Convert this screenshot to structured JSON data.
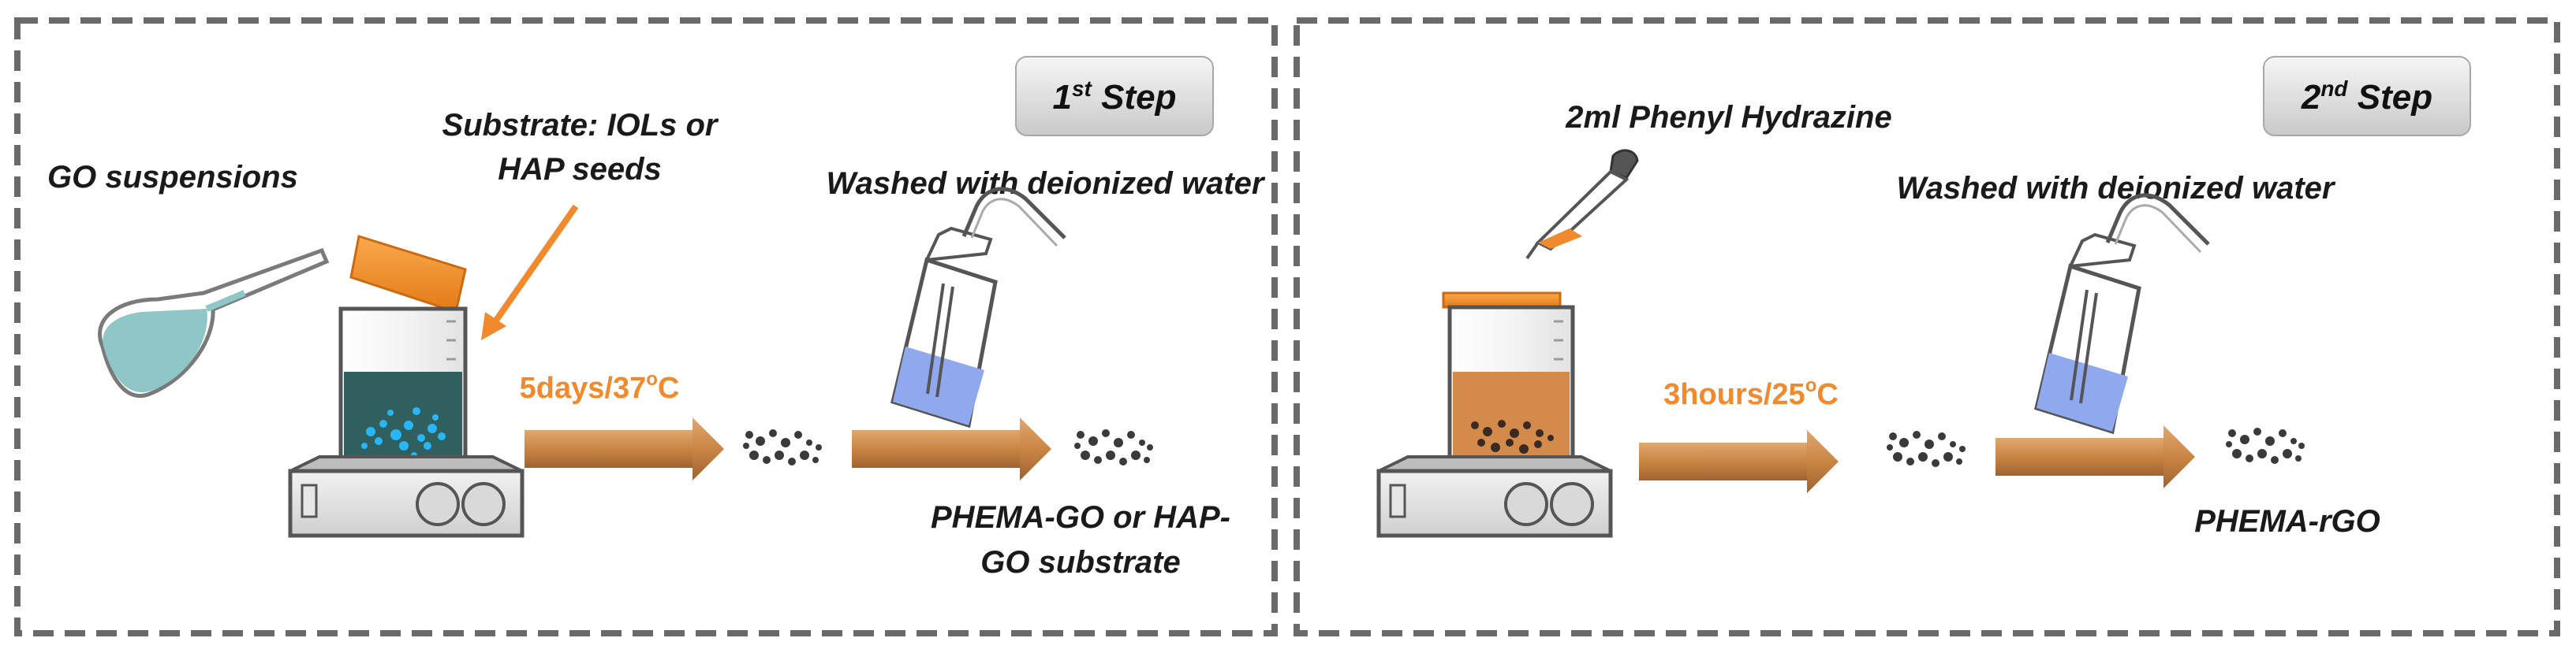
{
  "panels": [
    {
      "step": {
        "number": "1",
        "suffix": "st",
        "word": "Step"
      },
      "labels": {
        "go_suspensions": "GO suspensions",
        "substrate_line1": "Substrate: IOLs or",
        "substrate_line2": "HAP seeds",
        "washed": "Washed with deionized water",
        "condition_main": "5days/37",
        "condition_sup": "o",
        "condition_end": "C",
        "product_line1": "PHEMA-GO or HAP-",
        "product_line2": "GO substrate"
      }
    },
    {
      "step": {
        "number": "2",
        "suffix": "nd",
        "word": "Step"
      },
      "labels": {
        "reagent": "2ml Phenyl Hydrazine",
        "washed": "Washed with deionized water",
        "condition_main": "3hours/25",
        "condition_sup": "o",
        "condition_end": "C",
        "product": "PHEMA-rGO"
      }
    }
  ],
  "colors": {
    "arrow": "#c98544",
    "accent_orange": "#f08a2c",
    "flask_liquid": "#8fc7c9",
    "beaker1_liquid": "#2f5f5f",
    "beaker2_liquid": "#d48a4a",
    "wash_liquid": "#8fa8ee",
    "beads_blue": "#29b6f6"
  }
}
